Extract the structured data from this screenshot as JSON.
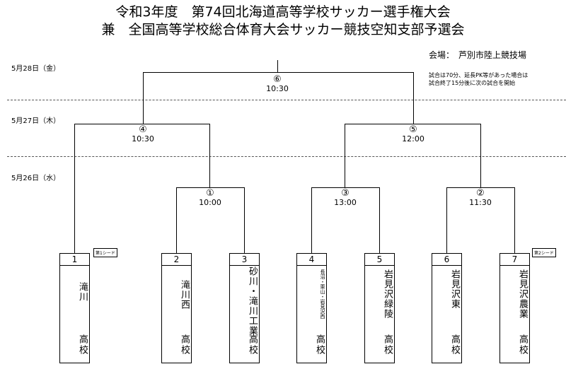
{
  "header": {
    "title_line1": "令和3年度　第74回北海道高等学校サッカー選手権大会",
    "title_line2": "兼　全国高等学校総合体育大会サッカー競技空知支部予選会",
    "venue": "会場：　芦別市陸上競技場",
    "note_line1": "試合は70分、延長PK等があった場合は",
    "note_line2": "試合終了15分後に次の試合を開始"
  },
  "dates": {
    "day3": "5月28日（金）",
    "day2": "5月27日（木）",
    "day1": "5月26日（水）"
  },
  "matches": {
    "m1": {
      "num": "①",
      "time": "10:00"
    },
    "m2": {
      "num": "②",
      "time": "11:30"
    },
    "m3": {
      "num": "③",
      "time": "13:00"
    },
    "m4": {
      "num": "④",
      "time": "10:30"
    },
    "m5": {
      "num": "⑤",
      "time": "12:00"
    },
    "m6": {
      "num": "⑥",
      "time": "10:30"
    }
  },
  "teams": [
    {
      "no": "1",
      "name": "滝川",
      "suffix": "高校"
    },
    {
      "no": "2",
      "name": "滝川西",
      "suffix": "高校"
    },
    {
      "no": "3",
      "name": "砂川・滝川工業",
      "suffix": "高校"
    },
    {
      "no": "4",
      "name": "長沼・栗山・岩見沢西",
      "suffix": "高校"
    },
    {
      "no": "5",
      "name": "岩見沢緑陵",
      "suffix": "高校"
    },
    {
      "no": "6",
      "name": "岩見沢東",
      "suffix": "高校"
    },
    {
      "no": "7",
      "name": "岩見沢農業",
      "suffix": "高校"
    }
  ],
  "seeds": {
    "seed1": "第1シード",
    "seed2": "第2シード"
  }
}
